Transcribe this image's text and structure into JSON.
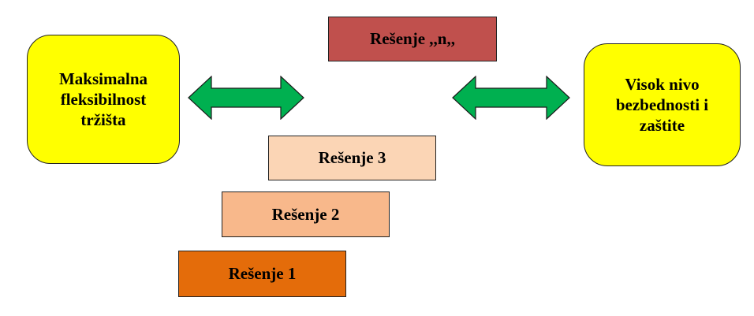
{
  "left_box": {
    "lines": [
      "Maksimalna",
      "fleksibilnost",
      "tržišta"
    ]
  },
  "right_box": {
    "lines": [
      "Visok nivo",
      "bezbednosti i",
      "zaštite"
    ]
  },
  "solutions": [
    {
      "label": "Rešenje ,,n,,",
      "color": "#c0504d"
    },
    {
      "label": "Rešenje 3",
      "color": "#fbd5b5"
    },
    {
      "label": "Rešenje 2",
      "color": "#f8b88b"
    },
    {
      "label": "Rešenje 1",
      "color": "#e46c0a"
    }
  ],
  "colors": {
    "box_fill": "#ffff00",
    "arrow_fill": "#00b050"
  },
  "icons": {
    "left_arrow": "double-headed-arrow",
    "right_arrow": "double-headed-arrow"
  }
}
